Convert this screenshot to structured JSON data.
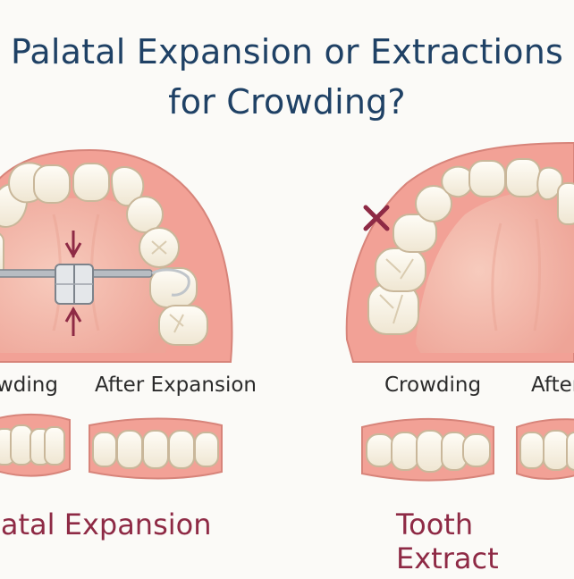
{
  "title": {
    "line1": "Palatal Expansion or Extractions",
    "line2": "for Crowding?"
  },
  "left_panel": {
    "before_caption": "wding",
    "after_caption": "After Expansion",
    "section_label": "latal Expansion"
  },
  "right_panel": {
    "before_caption": "Crowding",
    "after_caption": "After",
    "section_label": "Tooth Extract"
  },
  "colors": {
    "title": "#1f4165",
    "accent": "#8e2a45",
    "gum": "#f4a79d",
    "palate": "#f6c4b6",
    "tooth": "#fbf6ea"
  }
}
